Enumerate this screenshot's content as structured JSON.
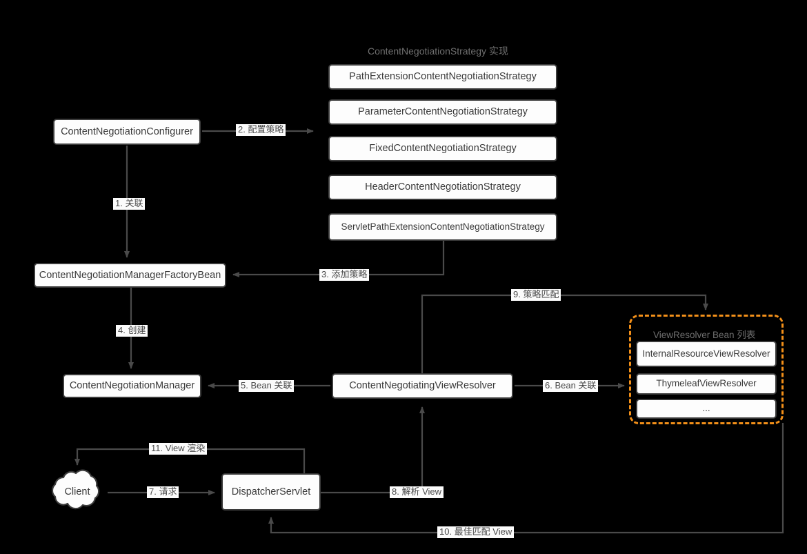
{
  "diagram": {
    "title_group_strategy": "ContentNegotiationStrategy 实现",
    "title_group_viewresolver": "ViewResolver Bean 列表",
    "nodes": {
      "configurer": "ContentNegotiationConfigurer",
      "factory_bean": "ContentNegotiationManagerFactoryBean",
      "manager": "ContentNegotiationManager",
      "negotiating_view_resolver": "ContentNegotiatingViewResolver",
      "dispatcher_servlet": "DispatcherServlet",
      "client": "Client"
    },
    "strategies": [
      "PathExtensionContentNegotiationStrategy",
      "ParameterContentNegotiationStrategy",
      "FixedContentNegotiationStrategy",
      "HeaderContentNegotiationStrategy",
      "ServletPathExtensionContentNegotiationStrategy"
    ],
    "view_resolvers": [
      "InternalResourceViewResolver",
      "ThymeleafViewResolver",
      "..."
    ],
    "edges": [
      {
        "id": "e1",
        "label": "1. 关联"
      },
      {
        "id": "e2",
        "label": "2. 配置策略"
      },
      {
        "id": "e3",
        "label": "3. 添加策略"
      },
      {
        "id": "e4",
        "label": "4. 创建"
      },
      {
        "id": "e5",
        "label": "5. Bean 关联"
      },
      {
        "id": "e6",
        "label": "6. Bean 关联"
      },
      {
        "id": "e7",
        "label": "7. 请求"
      },
      {
        "id": "e8",
        "label": "8. 解析 View"
      },
      {
        "id": "e9",
        "label": "9. 策略匹配"
      },
      {
        "id": "e10",
        "label": "10. 最佳匹配 View"
      },
      {
        "id": "e11",
        "label": "11. View 渲染"
      }
    ],
    "colors": {
      "background": "#000000",
      "node_fill": "#fdfdfd",
      "node_border": "#3b3b3b",
      "edge": "#4a4a4a",
      "group_accent": "#f39019",
      "text": "#3a3a3a",
      "muted_text": "#6f6f6f"
    }
  }
}
